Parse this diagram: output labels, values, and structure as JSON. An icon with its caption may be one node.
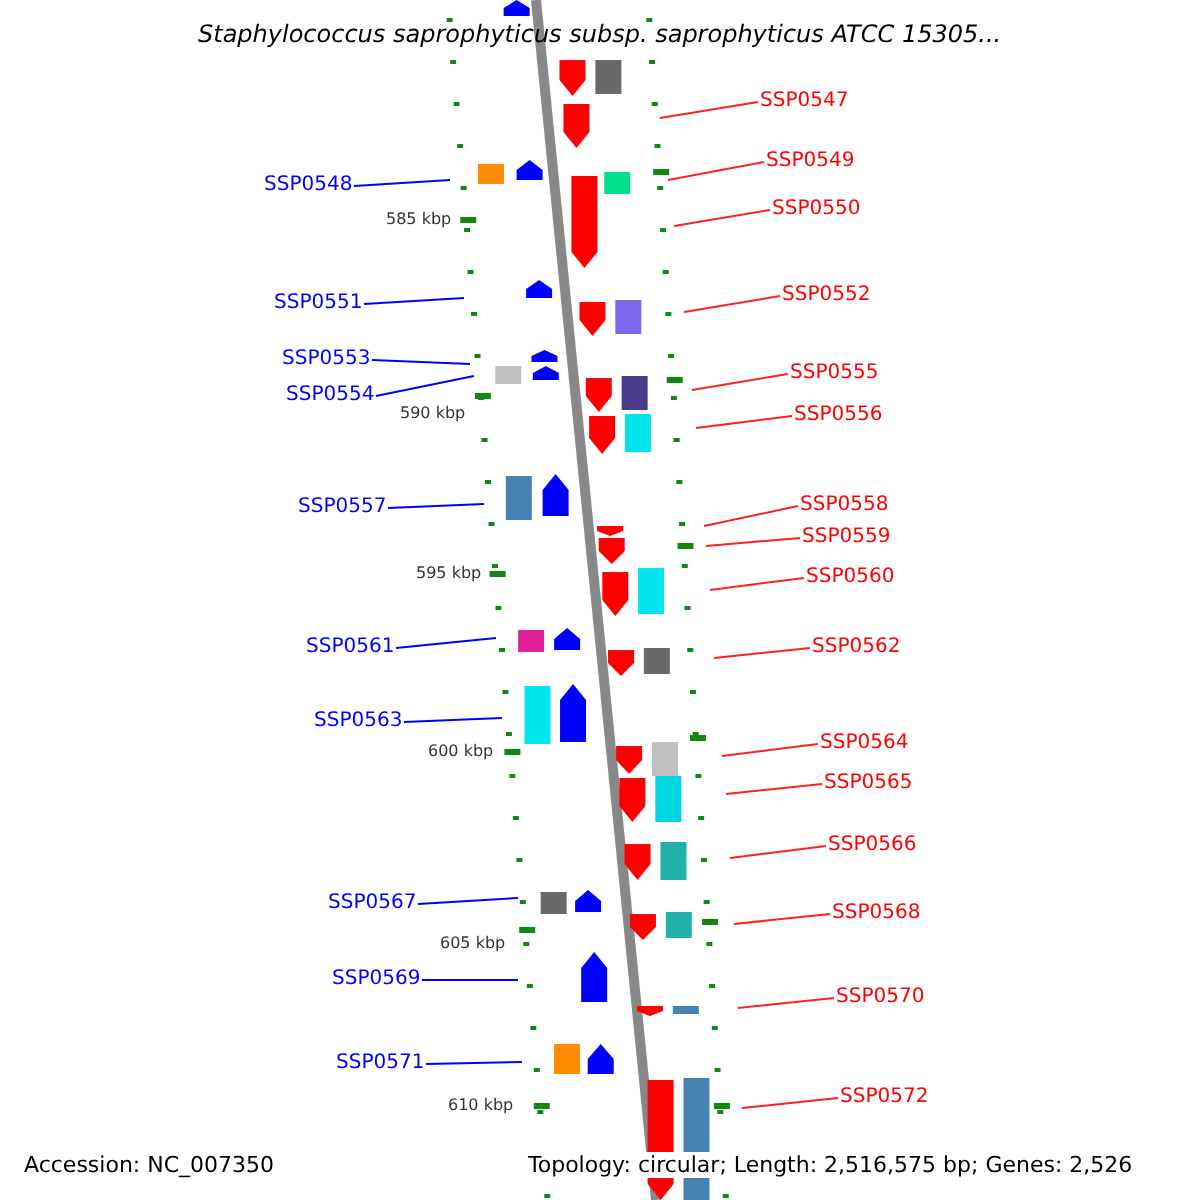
{
  "diagram": {
    "title": "Staphylococcus saprophyticus subsp. saprophyticus ATCC 15305...",
    "nodes": [
      {
        "text": [
          "SSP0547"
        ]
      },
      {
        "text": [
          "SSP0549"
        ]
      },
      {
        "text": [
          "SSP0548"
        ]
      },
      {
        "text": [
          "SSP0550"
        ]
      },
      {
        "text": [
          "SSP0552"
        ]
      },
      {
        "text": [
          "SSP0551"
        ]
      },
      {
        "text": [
          "SSP0553"
        ]
      },
      {
        "text": [
          "SSP0555"
        ]
      },
      {
        "text": [
          "SSP0554"
        ]
      },
      {
        "text": [
          "SSP0556"
        ]
      },
      {
        "text": [
          "SSP0558"
        ]
      },
      {
        "text": [
          "SSP0557"
        ]
      },
      {
        "text": [
          "SSP0559"
        ]
      },
      {
        "text": [
          "SSP0560"
        ]
      },
      {
        "text": [
          "SSP0561"
        ]
      },
      {
        "text": [
          "SSP0562"
        ]
      },
      {
        "text": [
          "SSP0563"
        ]
      },
      {
        "text": [
          "SSP0564"
        ]
      },
      {
        "text": [
          "SSP0565"
        ]
      },
      {
        "text": [
          "SSP0566"
        ]
      },
      {
        "text": [
          "SSP0567"
        ]
      },
      {
        "text": [
          "SSP0568"
        ]
      },
      {
        "text": [
          "SSP0569"
        ]
      },
      {
        "text": [
          "SSP0570"
        ]
      },
      {
        "text": [
          "SSP0571"
        ]
      },
      {
        "text": [
          "SSP0572"
        ]
      }
    ],
    "edges": [
      {
        "from": 0,
        "to": null,
        "arrow": "none"
      },
      {
        "from": 1,
        "to": null,
        "arrow": "none"
      },
      {
        "from": 2,
        "to": null,
        "arrow": "none",
        "color": "#0000ff"
      },
      {
        "from": 3,
        "to": null,
        "arrow": "none"
      },
      {
        "from": 4,
        "to": null,
        "arrow": "none"
      },
      {
        "from": 5,
        "to": null,
        "arrow": "none",
        "color": "#0000ff"
      },
      {
        "from": 6,
        "to": null,
        "arrow": "none",
        "color": "#0000ff"
      },
      {
        "from": 7,
        "to": null,
        "arrow": "none"
      },
      {
        "from": 8,
        "to": null,
        "arrow": "none",
        "color": "#0000ff"
      },
      {
        "from": 9,
        "to": null,
        "arrow": "none"
      },
      {
        "from": 10,
        "to": null,
        "arrow": "none"
      },
      {
        "from": 11,
        "to": null,
        "arrow": "none",
        "color": "#0000ff"
      },
      {
        "from": 12,
        "to": null,
        "arrow": "none"
      },
      {
        "from": 13,
        "to": null,
        "arrow": "none"
      },
      {
        "from": 14,
        "to": null,
        "arrow": "none",
        "color": "#0000ff"
      },
      {
        "from": 15,
        "to": null,
        "arrow": "none"
      },
      {
        "from": 16,
        "to": null,
        "arrow": "none",
        "color": "#0000ff"
      },
      {
        "from": 17,
        "to": null,
        "arrow": "none"
      },
      {
        "from": 18,
        "to": null,
        "arrow": "none"
      },
      {
        "from": 19,
        "to": null,
        "arrow": "none"
      },
      {
        "from": 20,
        "to": null,
        "arrow": "none",
        "color": "#0000ff"
      },
      {
        "from": 21,
        "to": null,
        "arrow": "none"
      },
      {
        "from": 22,
        "to": null,
        "arrow": "none",
        "color": "#0000ff"
      },
      {
        "from": 23,
        "to": null,
        "arrow": "none"
      },
      {
        "from": 24,
        "to": null,
        "arrow": "none",
        "color": "#0000ff"
      },
      {
        "from": 25,
        "to": null,
        "arrow": "none"
      }
    ],
    "labels": [
      "585 kbp",
      "590 kbp",
      "595 kbp",
      "600 kbp",
      "605 kbp",
      "610 kbp",
      "Accession: NC_007350",
      "Topology: circular; Length: 2,516,575 bp; Genes: 2,526"
    ]
  }
}
